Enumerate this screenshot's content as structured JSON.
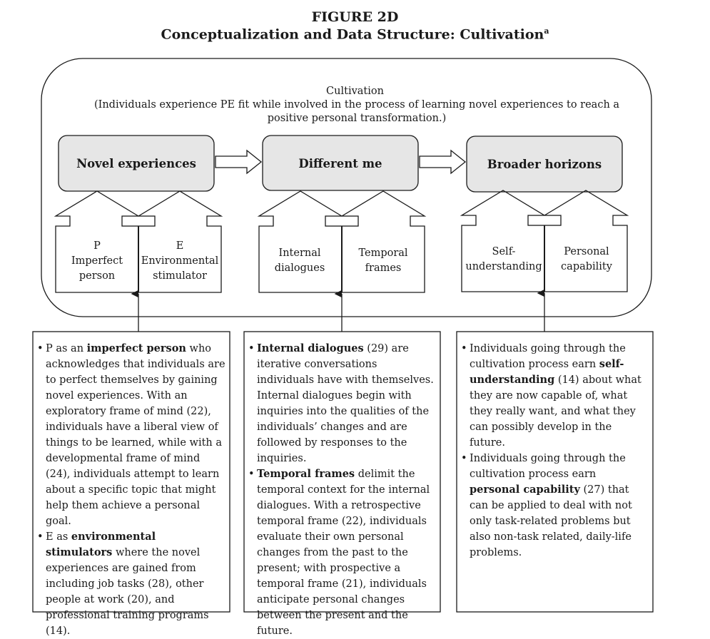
{
  "figure": {
    "title": "FIGURE 2D",
    "subtitle": "Conceptualization and Data Structure: Cultivation",
    "subtitle_sup": "a"
  },
  "cultivation": {
    "title": "Cultivation",
    "description": "(Individuals experience PE fit while involved in the process of learning novel experiences to reach a positive personal transformation.)"
  },
  "stages": [
    {
      "label": "Novel experiences",
      "left": {
        "lines": [
          "P",
          "Imperfect",
          "person"
        ]
      },
      "right": {
        "lines": [
          "E",
          "Environmental",
          "stimulator"
        ]
      },
      "panel": [
        [
          {
            "text": "P as an "
          },
          {
            "text": "imperfect person",
            "bold": true
          },
          {
            "text": " who acknowledges that individuals are to perfect themselves by gaining novel experiences. With an exploratory frame of mind (22), individuals have a liberal view of things to be learned, while with a developmental frame of mind (24), individuals attempt to learn about a specific topic that might help them achieve a personal goal."
          }
        ],
        [
          {
            "text": "E as "
          },
          {
            "text": "environmental stimulators",
            "bold": true
          },
          {
            "text": " where the novel experiences are gained from including job tasks (28), other people at work (20), and professional training programs (14)."
          }
        ]
      ]
    },
    {
      "label": "Different me",
      "left": {
        "lines": [
          "Internal",
          "dialogues"
        ]
      },
      "right": {
        "lines": [
          "Temporal",
          "frames"
        ]
      },
      "panel": [
        [
          {
            "text": "Internal dialogues",
            "bold": true
          },
          {
            "text": " (29) are iterative conversations individuals have with themselves. Internal dialogues begin with inquiries into the qualities of the individuals’ changes and are followed by responses to the inquiries."
          }
        ],
        [
          {
            "text": "Temporal frames",
            "bold": true
          },
          {
            "text": " delimit the temporal context for the internal dialogues. With a retrospective temporal frame (22), individuals evaluate their own personal changes from the past to the present; with prospective a temporal frame (21), individuals anticipate personal changes between the present and the future."
          }
        ]
      ]
    },
    {
      "label": "Broader horizons",
      "left": {
        "lines": [
          "Self-",
          "understanding"
        ]
      },
      "right": {
        "lines": [
          "Personal",
          "capability"
        ]
      },
      "panel": [
        [
          {
            "text": "Individuals going through the cultivation process earn "
          },
          {
            "text": "self-understanding",
            "bold": true
          },
          {
            "text": " (14) about what they are now capable of, what they really want, and what they can possibly develop in the future."
          }
        ],
        [
          {
            "text": "Individuals going through the cultivation process earn "
          },
          {
            "text": "personal capability",
            "bold": true
          },
          {
            "text": " (27) that can be applied to deal with not only task-related problems but also non-task related, daily-life problems."
          }
        ]
      ]
    }
  ]
}
